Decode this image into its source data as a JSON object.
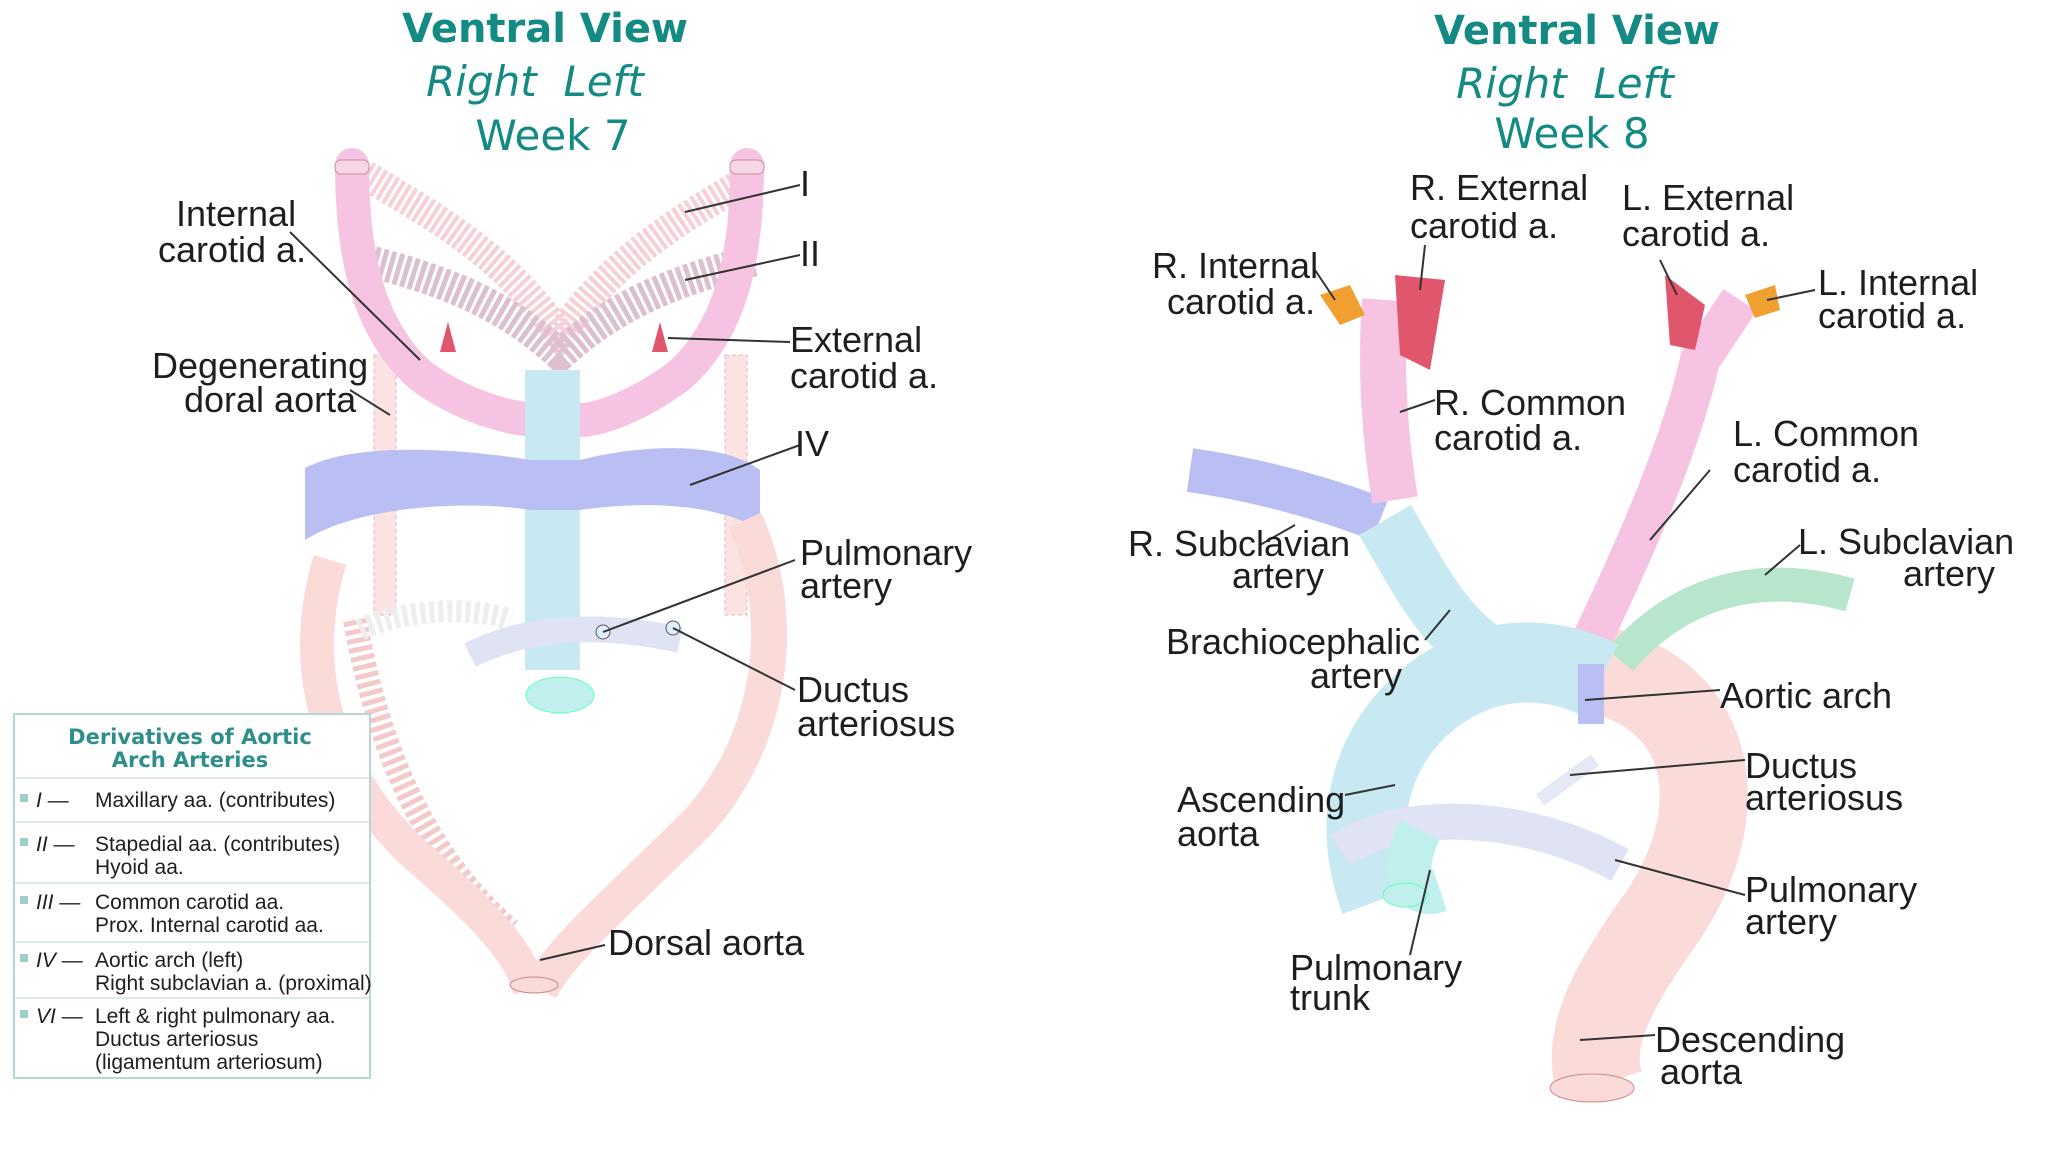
{
  "week7": {
    "title": "Ventral View",
    "orientation": "Right  Left",
    "week": "Week 7",
    "labels": {
      "arch1": "I",
      "arch2": "II",
      "arch4": "IV",
      "internal_carotid": [
        "Internal",
        "carotid a."
      ],
      "degenerating": [
        "Degenerating",
        "doral aorta"
      ],
      "external_carotid": [
        "External",
        "carotid a."
      ],
      "pulmonary_artery": [
        "Pulmonary",
        "artery"
      ],
      "ductus": [
        "Ductus",
        "arteriosus"
      ],
      "dorsal_aorta": "Dorsal aorta"
    }
  },
  "week8": {
    "title": "Ventral View",
    "orientation": "Right  Left",
    "week": "Week 8",
    "labels": {
      "r_external": [
        "R. External",
        "carotid a."
      ],
      "l_external": [
        "L. External",
        "carotid a."
      ],
      "r_internal": [
        "R. Internal",
        "carotid a."
      ],
      "l_internal": [
        "L. Internal",
        "carotid a."
      ],
      "r_common": [
        "R. Common",
        "carotid a."
      ],
      "l_common": [
        "L. Common",
        "carotid a."
      ],
      "r_subclavian": [
        "R. Subclavian",
        "artery"
      ],
      "l_subclavian": [
        "L. Subclavian",
        "artery"
      ],
      "brachiocephalic": [
        "Brachiocephalic",
        "artery"
      ],
      "aortic_arch": "Aortic arch",
      "ascending_aorta": [
        "Ascending",
        "aorta"
      ],
      "ductus": [
        "Ductus",
        "arteriosus"
      ],
      "pulmonary_artery": [
        "Pulmonary",
        "artery"
      ],
      "pulmonary_trunk": [
        "Pulmonary",
        "trunk"
      ],
      "descending_aorta": [
        "Descending",
        "aorta"
      ]
    }
  },
  "legend": {
    "title": [
      "Derivatives of Aortic",
      "Arch Arteries"
    ],
    "rows": [
      {
        "num": "I —",
        "lines": [
          "Maxillary aa. (contributes)"
        ]
      },
      {
        "num": "II —",
        "lines": [
          "Stapedial aa. (contributes)",
          "Hyoid aa."
        ]
      },
      {
        "num": "III —",
        "lines": [
          "Common carotid aa.",
          "Prox. Internal carotid aa."
        ]
      },
      {
        "num": "IV —",
        "lines": [
          "Aortic arch (left)",
          "Right subclavian a. (proximal)"
        ]
      },
      {
        "num": "VI —",
        "lines": [
          "Left & right pulmonary aa.",
          "Ductus arteriosus",
          "(ligamentum arteriosum)"
        ]
      }
    ]
  },
  "colors": {
    "title_teal": "#138a83",
    "pink_III": "#f6c4e2",
    "pink_aorta": "#fbdada",
    "lavender_IV": "#b9bff2",
    "light_blue": "#c8e8f2",
    "mauve_II": "#d9b8cc",
    "red_external": "#e0566d",
    "orange_internal": "#f0a030",
    "green_subclavian": "#b8e6cc",
    "cyan_pulmonary": "#bff0ee"
  }
}
